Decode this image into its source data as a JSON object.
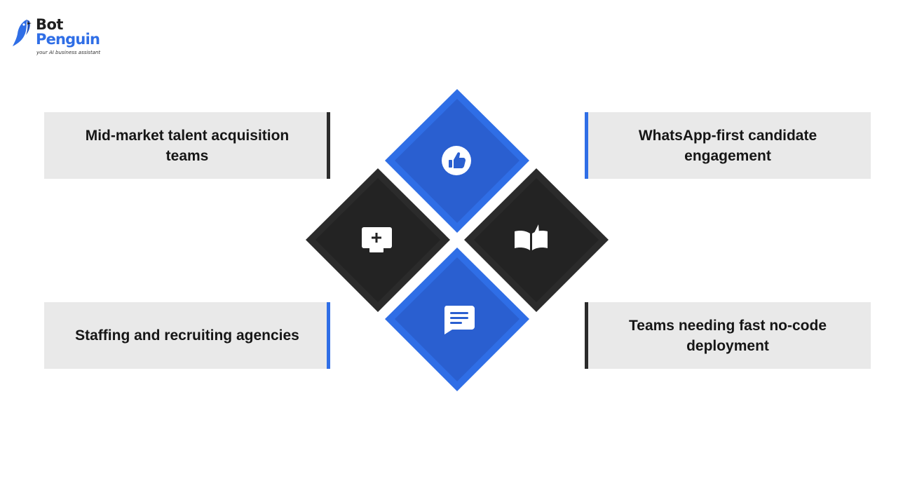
{
  "brand": {
    "name_line1": "Bot",
    "name_line2": "Penguin",
    "tagline": "your AI business assistant"
  },
  "colors": {
    "blue": "#2f6ee6",
    "blue_dark": "#2a5fd0",
    "charcoal": "#2b2b2b",
    "charcoal_dark": "#232323",
    "box_bg": "#e9e9e9"
  },
  "items": [
    {
      "text": "Mid-market talent acquisition teams",
      "accent": "charcoal"
    },
    {
      "text": "WhatsApp-first candidate engagement",
      "accent": "blue"
    },
    {
      "text": "Staffing and recruiting agencies",
      "accent": "blue"
    },
    {
      "text": "Teams needing fast no-code deployment",
      "accent": "charcoal"
    }
  ],
  "diamonds": [
    {
      "icon": "thumbs-up-icon",
      "color": "blue"
    },
    {
      "icon": "add-message-icon",
      "color": "charcoal"
    },
    {
      "icon": "open-book-icon",
      "color": "charcoal"
    },
    {
      "icon": "chat-bubble-icon",
      "color": "blue"
    }
  ]
}
